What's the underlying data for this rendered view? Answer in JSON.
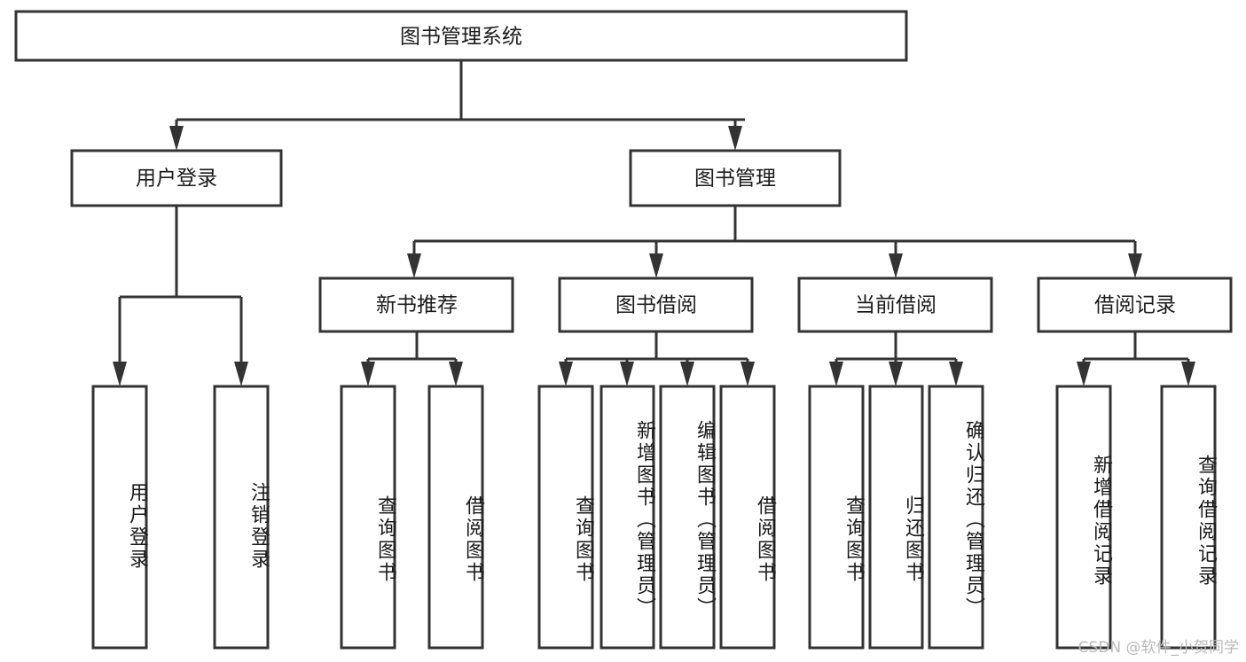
{
  "diagram": {
    "type": "hierarchy-tree",
    "title": "图书管理系统",
    "watermark": "CSDN @软件_小贺同学",
    "colors": {
      "stroke": "#333333",
      "box_fill": "#ffffff",
      "text": "#1b1b1b",
      "background": "#ffffff",
      "watermark": "#b9b9b9"
    },
    "root": {
      "label": "图书管理系统"
    },
    "level2": [
      {
        "id": "user-login",
        "label": "用户登录"
      },
      {
        "id": "book-manage",
        "label": "图书管理"
      }
    ],
    "level3": [
      {
        "id": "new-book-recommend",
        "label": "新书推荐",
        "parent": "book-manage"
      },
      {
        "id": "book-borrow",
        "label": "图书借阅",
        "parent": "book-manage"
      },
      {
        "id": "current-borrow",
        "label": "当前借阅",
        "parent": "book-manage"
      },
      {
        "id": "borrow-record",
        "label": "借阅记录",
        "parent": "book-manage"
      }
    ],
    "leaves": [
      {
        "id": "leaf-user-login",
        "label": "用户登录",
        "parent": "user-login"
      },
      {
        "id": "leaf-logout-login",
        "label": "注销登录",
        "parent": "user-login"
      },
      {
        "id": "leaf-query-book-1",
        "label": "查询图书",
        "parent": "new-book-recommend"
      },
      {
        "id": "leaf-borrow-book-1",
        "label": "借阅图书",
        "parent": "new-book-recommend"
      },
      {
        "id": "leaf-query-book-2",
        "label": "查询图书",
        "parent": "book-borrow"
      },
      {
        "id": "leaf-add-book",
        "label": "新增图书（管理员）",
        "parent": "book-borrow"
      },
      {
        "id": "leaf-edit-book",
        "label": "编辑图书（管理员）",
        "parent": "book-borrow"
      },
      {
        "id": "leaf-borrow-book-2",
        "label": "借阅图书",
        "parent": "book-borrow"
      },
      {
        "id": "leaf-query-book-3",
        "label": "查询图书",
        "parent": "current-borrow"
      },
      {
        "id": "leaf-return-book",
        "label": "归还图书",
        "parent": "current-borrow"
      },
      {
        "id": "leaf-confirm-return",
        "label": "确认归还（管理员）",
        "parent": "current-borrow"
      },
      {
        "id": "leaf-add-record",
        "label": "新增借阅记录",
        "parent": "borrow-record"
      },
      {
        "id": "leaf-query-record",
        "label": "查询借阅记录",
        "parent": "borrow-record"
      }
    ]
  }
}
